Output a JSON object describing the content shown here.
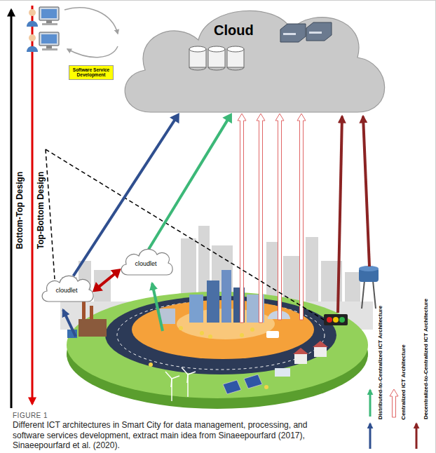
{
  "diagram": {
    "caption": "Different ICT architectures in Smart City for data management, processing, and software services development, extract main idea from Sinaeepourfard (2017), Sinaeepourfard et al. (2020).",
    "nodes": [
      {
        "text": [
          "Cloud"
        ]
      },
      {
        "text": [
          "Software Service Development"
        ]
      },
      {
        "text": [
          "cloudlet"
        ]
      },
      {
        "text": [
          "cloudlet"
        ]
      }
    ],
    "edges": [
      {
        "from": 2,
        "to": 3,
        "arrow": "both"
      },
      {
        "from": 2,
        "to": 0,
        "arrow": "to"
      },
      {
        "from": 3,
        "to": 0,
        "arrow": "to"
      }
    ],
    "labels": [
      "Bottom-Top Design",
      "Top-Bottom Design",
      "FIGURE 1"
    ],
    "legend": [
      {
        "text": "Distributed-to-Centralized ICT Architecture"
      },
      {
        "text": "Centralized ICT Architecture"
      },
      {
        "text": "Decentralized-to-Centralized ICT Architecture"
      }
    ]
  }
}
